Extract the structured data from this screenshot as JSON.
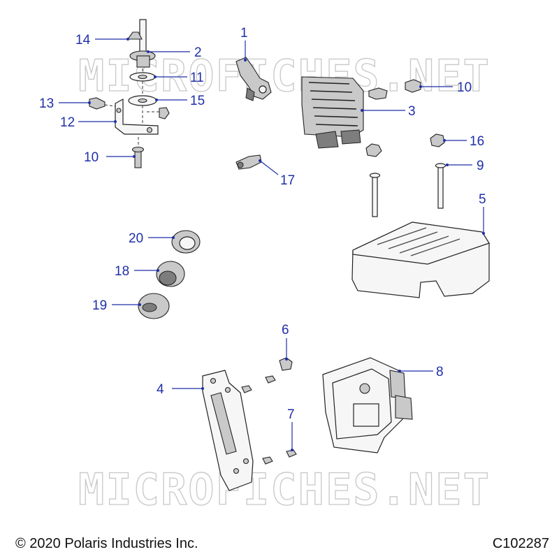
{
  "watermark": "MICROFICHES.NET",
  "footer": {
    "copyright": "© 2020 Polaris Industries Inc.",
    "drawing_code": "C102287"
  },
  "callouts": [
    "1",
    "2",
    "3",
    "4",
    "5",
    "6",
    "7",
    "8",
    "9",
    "10",
    "10",
    "11",
    "12",
    "13",
    "14",
    "15",
    "16",
    "17",
    "18",
    "19",
    "20"
  ],
  "colors": {
    "callout": "#1f2fa8",
    "line_art": "#222222"
  }
}
